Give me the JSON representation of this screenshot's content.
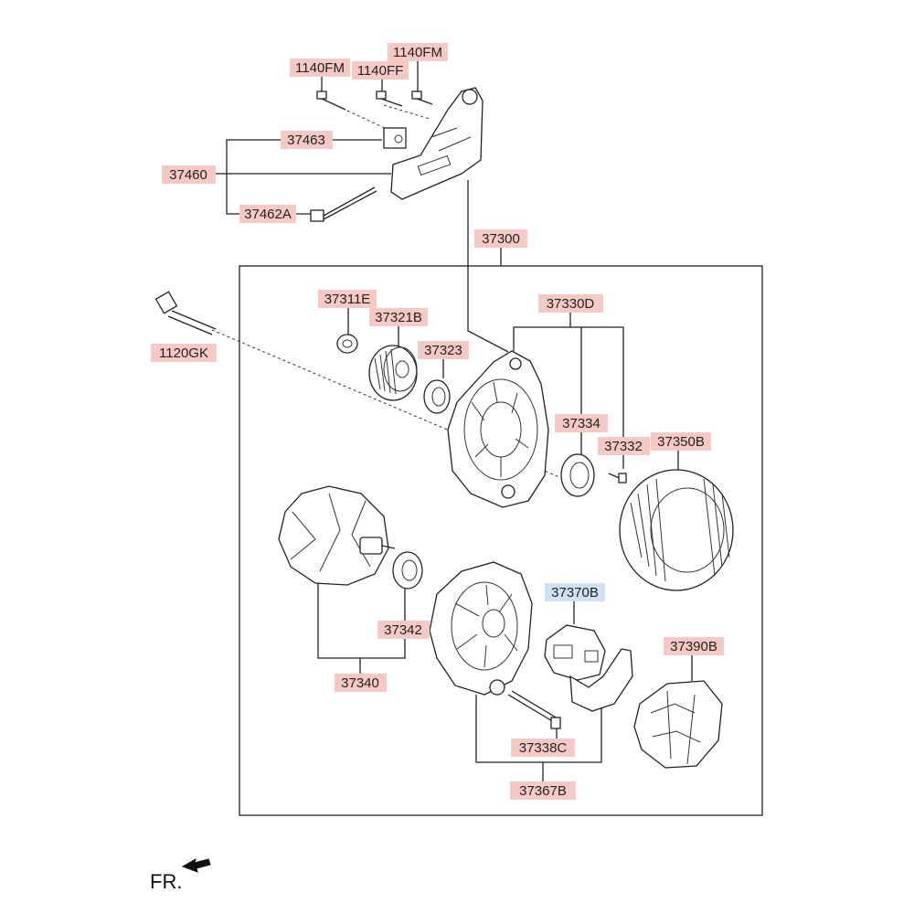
{
  "parts": {
    "p1140fm_left": "1140FM",
    "p1140ff": "1140FF",
    "p1140fm_right": "1140FM",
    "p37463": "37463",
    "p37460": "37460",
    "p37462a": "37462A",
    "p37300": "37300",
    "p37311e": "37311E",
    "p37321b": "37321B",
    "p37323": "37323",
    "p37330d": "37330D",
    "p1120gk": "1120GK",
    "p37334": "37334",
    "p37332": "37332",
    "p37350b": "37350B",
    "p37370b": "37370B",
    "p37342": "37342",
    "p37390b": "37390B",
    "p37340": "37340",
    "p37338c": "37338C",
    "p37367b": "37367B"
  },
  "direction": {
    "label": "FR."
  },
  "colors": {
    "label_bg": "#f6c9c4",
    "label_highlight_bg": "#cfe1f3",
    "line": "#222222"
  }
}
